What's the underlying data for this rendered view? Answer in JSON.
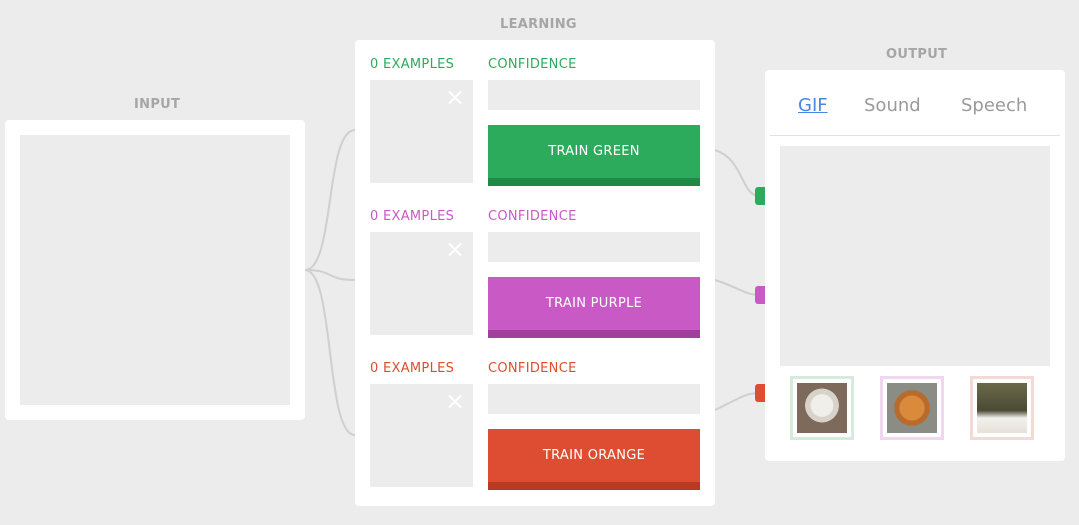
{
  "sections": {
    "input": "INPUT",
    "learning": "LEARNING",
    "output": "OUTPUT"
  },
  "classes": [
    {
      "examples": "0 EXAMPLES",
      "confidence": "CONFIDENCE",
      "button": "TRAIN GREEN",
      "color": "#2bab5b",
      "shadow": "#1f8a45"
    },
    {
      "examples": "0 EXAMPLES",
      "confidence": "CONFIDENCE",
      "button": "TRAIN PURPLE",
      "color": "#c95ac5",
      "shadow": "#a13f9d"
    },
    {
      "examples": "0 EXAMPLES",
      "confidence": "CONFIDENCE",
      "button": "TRAIN ORANGE",
      "color": "#de4d31",
      "shadow": "#b83a22"
    }
  ],
  "output": {
    "tabs": [
      "GIF",
      "Sound",
      "Speech"
    ],
    "active_tab": "GIF",
    "thumbnails": [
      {
        "icon": "white-dog-image",
        "border": "#d7eadc"
      },
      {
        "icon": "orange-cat-image",
        "border": "#efd7ef"
      },
      {
        "icon": "bunny-image",
        "border": "#f4dad5"
      }
    ]
  },
  "colors": {
    "background": "#ececec",
    "link": "#4a86e8",
    "wire": "#d0d0d0"
  }
}
